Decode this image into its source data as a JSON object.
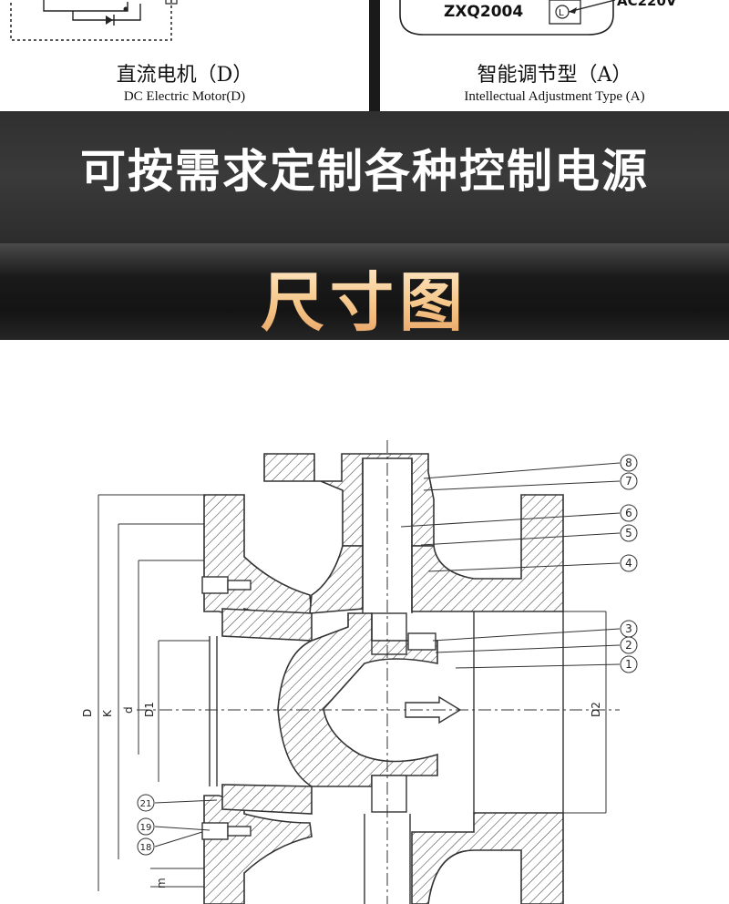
{
  "panels": {
    "left": {
      "caption_cn": "直流电机（D）",
      "caption_en": "DC Electric Motor(D)"
    },
    "right": {
      "caption_cn": "智能调节型（A）",
      "caption_en": "Intellectual Adjustment Type (A)",
      "model": "ZXQ2004",
      "voltage": "AC220V",
      "terminal": "L"
    }
  },
  "banner": {
    "text": "可按需求定制各种控制电源"
  },
  "section": {
    "title": "尺寸图"
  },
  "drawing": {
    "part_numbers": [
      "8",
      "7",
      "6",
      "5",
      "4",
      "3",
      "2",
      "1",
      "21",
      "19",
      "18"
    ],
    "dimension_labels": [
      "D",
      "K",
      "d",
      "D1",
      "D2",
      "m"
    ]
  }
}
